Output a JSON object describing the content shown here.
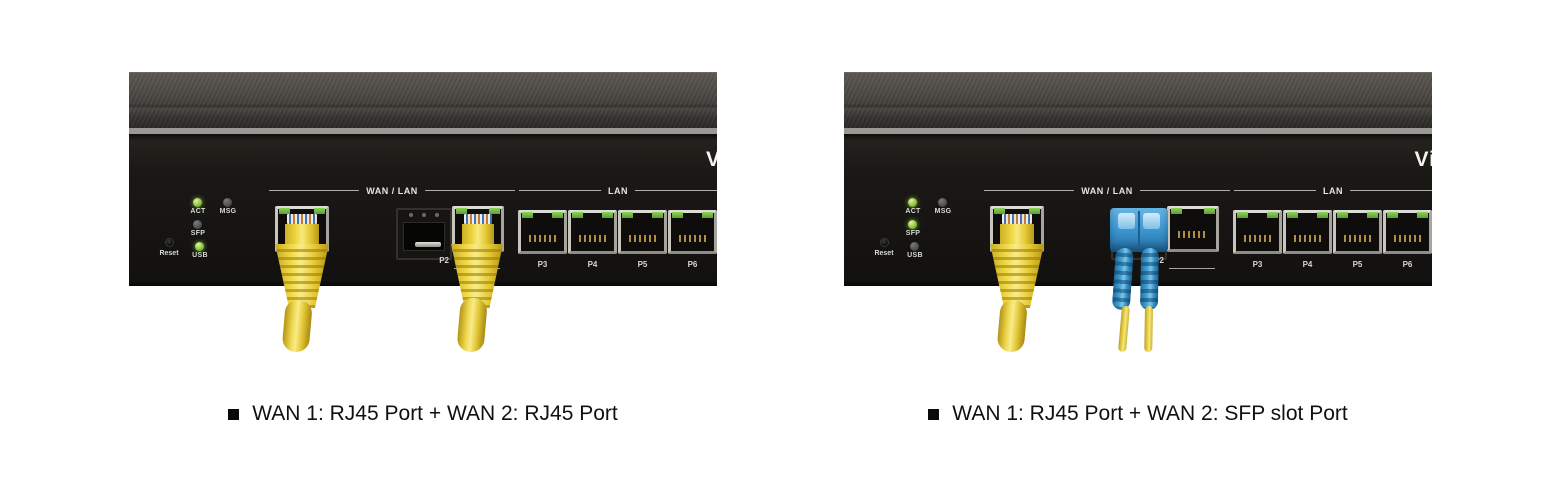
{
  "page": {
    "background": "#ffffff"
  },
  "panels": [
    {
      "caption": {
        "bullet": "■",
        "text": "WAN 1: RJ45 Port + WAN 2: RJ45 Port"
      },
      "device": {
        "brand_text": "V",
        "reset_label": "Reset",
        "leds": {
          "act": {
            "label": "ACT",
            "state": "on"
          },
          "msg": {
            "label": "MSG",
            "state": "off"
          },
          "sfp": {
            "label": "SFP",
            "state": "off"
          },
          "usb": {
            "label": "USB",
            "state": "on"
          }
        },
        "wan_group_label": "WAN / LAN",
        "lan_group_label": "LAN",
        "wan1_port": {
          "type": "RJ45",
          "connection": "yellow ethernet cable"
        },
        "wan2_port": {
          "type": "SFP slot",
          "connection": "empty"
        },
        "port2": {
          "label": "P2",
          "type": "RJ45",
          "connection": "yellow ethernet cable"
        },
        "lan_ports": [
          {
            "label": "P3"
          },
          {
            "label": "P4"
          },
          {
            "label": "P5"
          },
          {
            "label": "P6"
          }
        ]
      }
    },
    {
      "caption": {
        "bullet": "■",
        "text": "WAN 1: RJ45 Port + WAN 2: SFP slot Port"
      },
      "device": {
        "brand_text": "Vi",
        "reset_label": "Reset",
        "leds": {
          "act": {
            "label": "ACT",
            "state": "on"
          },
          "msg": {
            "label": "MSG",
            "state": "off"
          },
          "sfp": {
            "label": "SFP",
            "state": "on"
          },
          "usb": {
            "label": "USB",
            "state": "off"
          }
        },
        "wan_group_label": "WAN / LAN",
        "lan_group_label": "LAN",
        "wan1_port": {
          "type": "RJ45",
          "connection": "yellow ethernet cable"
        },
        "wan2_port": {
          "type": "SFP slot",
          "connection": "blue LC fiber transceiver"
        },
        "port2": {
          "label": "P2",
          "type": "RJ45",
          "connection": "empty"
        },
        "lan_ports": [
          {
            "label": "P3"
          },
          {
            "label": "P4"
          },
          {
            "label": "P5"
          },
          {
            "label": "P6"
          }
        ]
      }
    }
  ],
  "colors": {
    "ethernet_cable_yellow": "#f0d944",
    "fiber_connector_blue": "#3892cc",
    "fiber_cable_yellow": "#ecd84e",
    "led_on_green": "#8dc63f",
    "led_off_gray": "#4f4f4c",
    "caption_text": "#101010"
  }
}
